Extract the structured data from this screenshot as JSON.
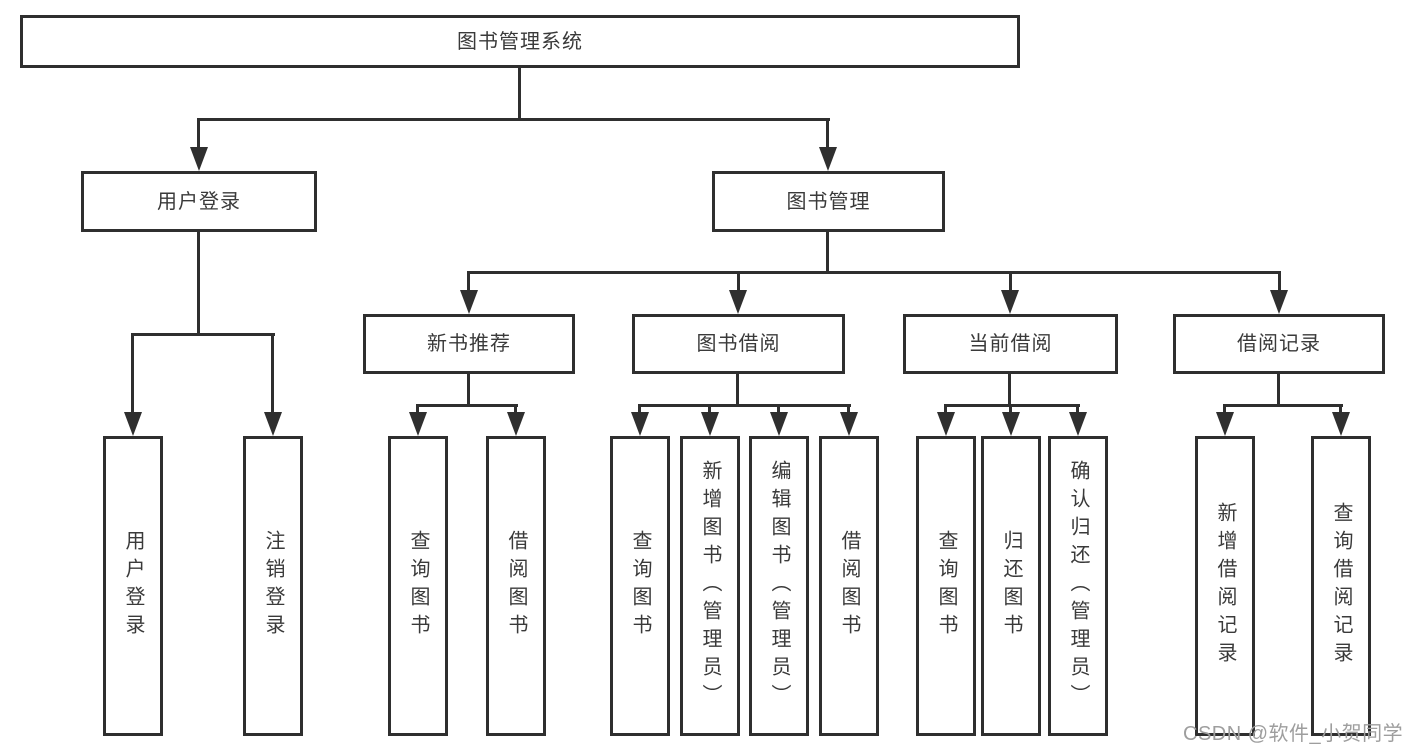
{
  "diagram": {
    "root": {
      "label": "图书管理系统",
      "children": [
        {
          "label": "用户登录",
          "children": [
            {
              "label": "用户登录"
            },
            {
              "label": "注销登录"
            }
          ]
        },
        {
          "label": "图书管理",
          "children": [
            {
              "label": "新书推荐",
              "children": [
                {
                  "label": "查询图书"
                },
                {
                  "label": "借阅图书"
                }
              ]
            },
            {
              "label": "图书借阅",
              "children": [
                {
                  "label": "查询图书"
                },
                {
                  "label": "新增图书（管理员）"
                },
                {
                  "label": "编辑图书（管理员）"
                },
                {
                  "label": "借阅图书"
                }
              ]
            },
            {
              "label": "当前借阅",
              "children": [
                {
                  "label": "查询图书"
                },
                {
                  "label": "归还图书"
                },
                {
                  "label": "确认归还（管理员）"
                }
              ]
            },
            {
              "label": "借阅记录",
              "children": [
                {
                  "label": "新增借阅记录"
                },
                {
                  "label": "查询借阅记录"
                }
              ]
            }
          ]
        }
      ]
    }
  },
  "watermark": "CSDN @软件_小贺同学",
  "colors": {
    "line": "#2f2f2f",
    "text": "#3a3a3a",
    "watermark": "#9e9e9e",
    "background": "#ffffff"
  }
}
